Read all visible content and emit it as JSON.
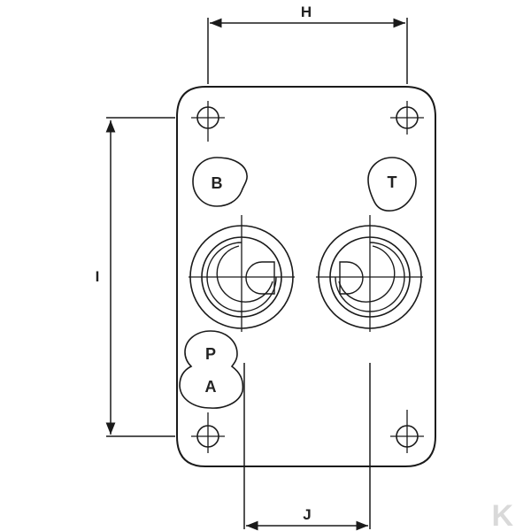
{
  "dimensions": {
    "horizontal_top": "H",
    "vertical_left": "I",
    "horizontal_bottom": "J"
  },
  "ports": {
    "b": "B",
    "t": "T",
    "p": "P",
    "a": "A"
  },
  "watermark": "K",
  "colors": {
    "line": "#1a1a1a",
    "label": "#222222",
    "watermark": "#d9d9d9"
  }
}
